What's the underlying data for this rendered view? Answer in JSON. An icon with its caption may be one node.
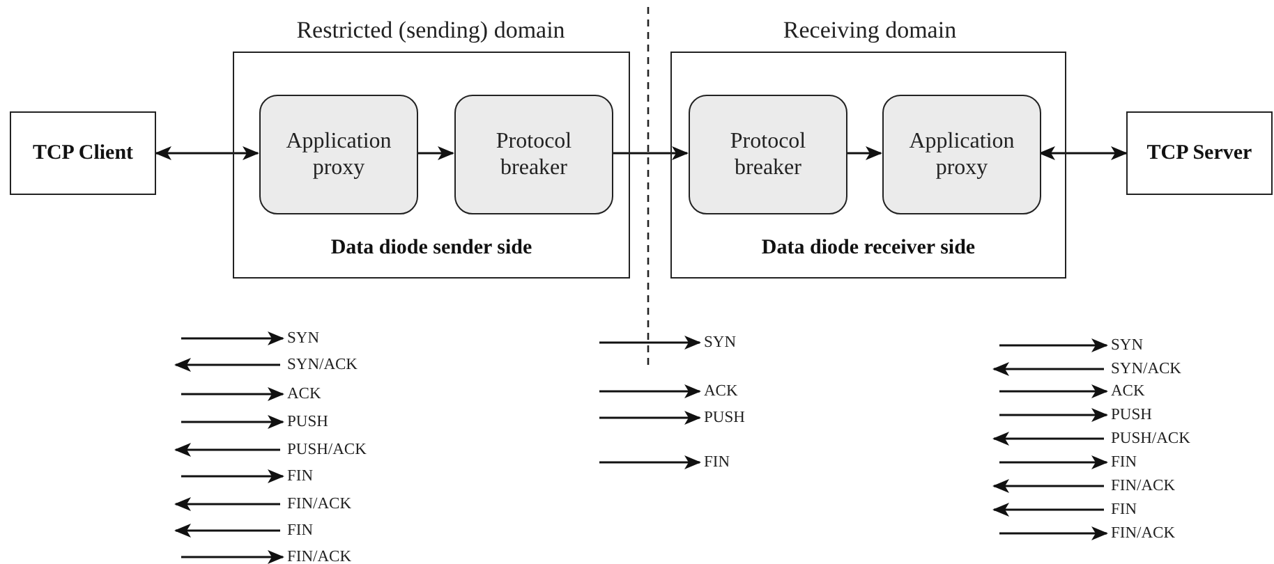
{
  "diagram": {
    "nodes": [
      {
        "text": [
          "TCP Client"
        ]
      },
      {
        "text": [
          "Data diode sender side"
        ]
      },
      {
        "text": [
          "Application proxy"
        ],
        "in": 1
      },
      {
        "text": [
          "Protocol breaker"
        ],
        "in": 1
      },
      {
        "text": [
          "Data diode receiver side"
        ]
      },
      {
        "text": [
          "Protocol breaker"
        ],
        "in": 4
      },
      {
        "text": [
          "Application proxy"
        ],
        "in": 4
      },
      {
        "text": [
          "TCP Server"
        ]
      },
      {
        "text": [
          "SYN"
        ]
      },
      {
        "text": [
          "SYN/ACK"
        ]
      },
      {
        "text": [
          "ACK"
        ]
      },
      {
        "text": [
          "PUSH"
        ]
      },
      {
        "text": [
          "PUSH/ACK"
        ]
      },
      {
        "text": [
          "FIN"
        ]
      },
      {
        "text": [
          "FIN/ACK"
        ]
      },
      {
        "text": [
          "FIN"
        ]
      },
      {
        "text": [
          "FIN/ACK"
        ]
      },
      {
        "text": [
          "SYN"
        ]
      },
      {
        "text": [
          "ACK"
        ]
      },
      {
        "text": [
          "PUSH"
        ]
      },
      {
        "text": [
          "FIN"
        ]
      },
      {
        "text": [
          "SYN"
        ]
      },
      {
        "text": [
          "SYN/ACK"
        ]
      },
      {
        "text": [
          "ACK"
        ]
      },
      {
        "text": [
          "PUSH"
        ]
      },
      {
        "text": [
          "PUSH/ACK"
        ]
      },
      {
        "text": [
          "FIN"
        ]
      },
      {
        "text": [
          "FIN/ACK"
        ]
      },
      {
        "text": [
          "FIN"
        ]
      },
      {
        "text": [
          "FIN/ACK"
        ]
      }
    ],
    "edges": [
      {
        "from": 0,
        "to": 2,
        "arrow": "both"
      },
      {
        "from": 2,
        "to": 3,
        "arrow": "to"
      },
      {
        "from": 3,
        "to": 5,
        "arrow": "to"
      },
      {
        "from": 5,
        "to": 6,
        "arrow": "to"
      },
      {
        "from": 6,
        "to": 7,
        "arrow": "both"
      },
      {
        "from": null,
        "to": 8,
        "arrow": "to"
      },
      {
        "from": 9,
        "to": null,
        "arrow": "to"
      },
      {
        "from": null,
        "to": 10,
        "arrow": "to"
      },
      {
        "from": null,
        "to": 11,
        "arrow": "to"
      },
      {
        "from": 12,
        "to": null,
        "arrow": "to"
      },
      {
        "from": null,
        "to": 13,
        "arrow": "to"
      },
      {
        "from": 14,
        "to": null,
        "arrow": "to"
      },
      {
        "from": 15,
        "to": null,
        "arrow": "to"
      },
      {
        "from": null,
        "to": 16,
        "arrow": "to"
      },
      {
        "from": null,
        "to": 17,
        "arrow": "to"
      },
      {
        "from": null,
        "to": 18,
        "arrow": "to"
      },
      {
        "from": null,
        "to": 19,
        "arrow": "to"
      },
      {
        "from": null,
        "to": 20,
        "arrow": "to"
      },
      {
        "from": null,
        "to": 21,
        "arrow": "to"
      },
      {
        "from": 22,
        "to": null,
        "arrow": "to"
      },
      {
        "from": null,
        "to": 23,
        "arrow": "to"
      },
      {
        "from": null,
        "to": 24,
        "arrow": "to"
      },
      {
        "from": 25,
        "to": null,
        "arrow": "to"
      },
      {
        "from": null,
        "to": 26,
        "arrow": "to"
      },
      {
        "from": 27,
        "to": null,
        "arrow": "to"
      },
      {
        "from": 28,
        "to": null,
        "arrow": "to"
      },
      {
        "from": null,
        "to": 29,
        "arrow": "to"
      }
    ],
    "labels": [
      "Restricted (sending) domain",
      "Receiving domain"
    ]
  }
}
